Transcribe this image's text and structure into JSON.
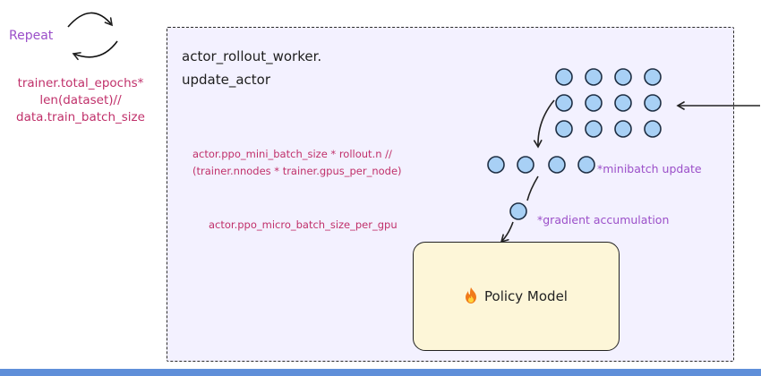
{
  "repeat_label": "Repeat",
  "epochs_formula": [
    "trainer.total_epochs*",
    "len(dataset)//",
    "data.train_batch_size"
  ],
  "worker_title": [
    "actor_rollout_worker.",
    "update_actor"
  ],
  "mini_batch_formula": [
    "actor.ppo_mini_batch_size * rollout.n //",
    "(trainer.nnodes * trainer.gpus_per_node)"
  ],
  "micro_batch_formula": "actor.ppo_micro_batch_size_per_gpu",
  "minibatch_note": "*minibatch update",
  "grad_note": "*gradient accumulation",
  "model_icon": "fire-icon",
  "model_label": "Policy Model",
  "colors": {
    "purple": "#9b4fc9",
    "crimson": "#c0306a",
    "dot_fill": "#a8d0f5",
    "panel": "#f3f1ff",
    "model_fill": "#fdf6d8"
  }
}
